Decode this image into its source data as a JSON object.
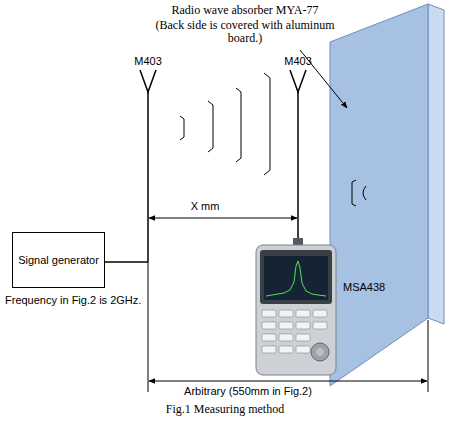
{
  "diagram": {
    "caption": "Fig.1 Measuring method",
    "nodes": [
      {
        "text": [
          "Signal generator"
        ]
      }
    ],
    "labels": [
      "Radio wave absorber MYA-77",
      "(Back side is covered with aluminum board.)",
      "M403",
      "M403",
      "X mm",
      "MSA438",
      "Frequency in Fig.2 is 2GHz.",
      "Arbitrary (550mm in Fig.2)"
    ]
  }
}
